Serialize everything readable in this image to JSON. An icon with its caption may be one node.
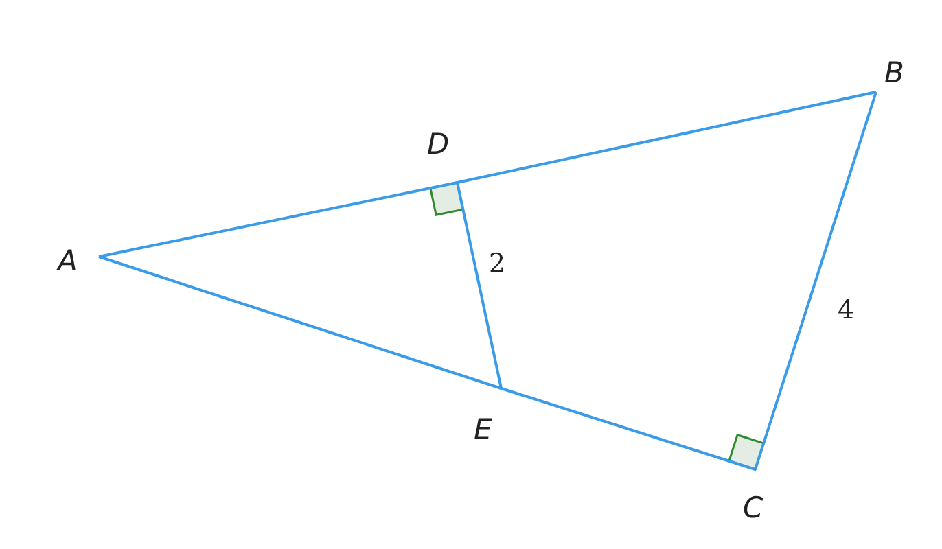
{
  "diagram": {
    "nodes": [
      {
        "text": [
          "A"
        ]
      },
      {
        "text": [
          "B"
        ]
      },
      {
        "text": [
          "C"
        ]
      },
      {
        "text": [
          "D"
        ]
      },
      {
        "text": [
          "E"
        ]
      }
    ],
    "edges": [
      {
        "from": 0,
        "to": 3,
        "arrow": "none"
      },
      {
        "from": 3,
        "to": 1,
        "arrow": "none"
      },
      {
        "from": 1,
        "to": 2,
        "arrow": "none",
        "label": "4"
      },
      {
        "from": 2,
        "to": 4,
        "arrow": "none"
      },
      {
        "from": 4,
        "to": 0,
        "arrow": "none"
      },
      {
        "from": 3,
        "to": 4,
        "arrow": "none",
        "label": "2"
      }
    ]
  }
}
